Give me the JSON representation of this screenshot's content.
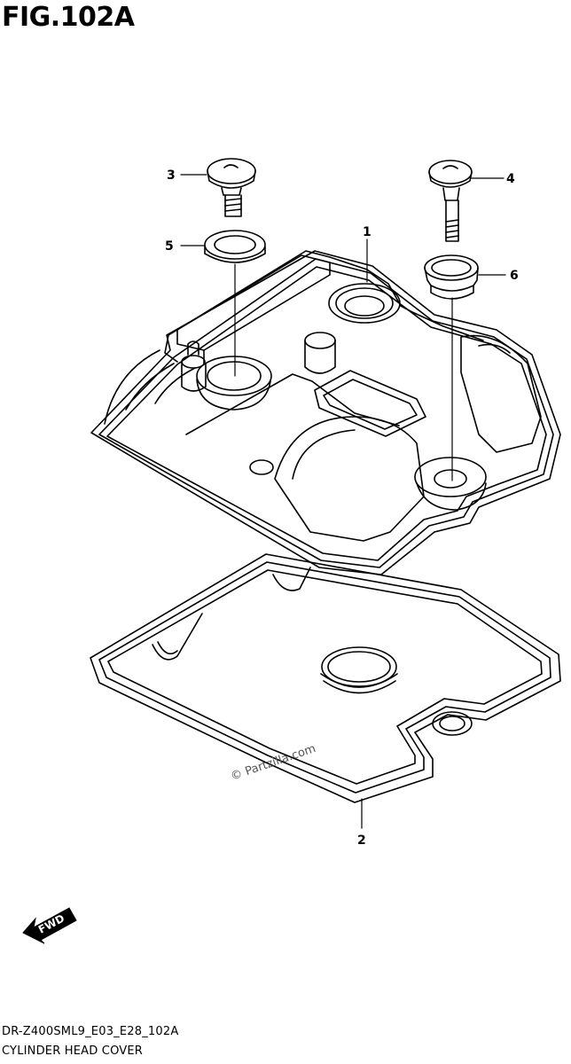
{
  "figure": {
    "title": "FIG.102A"
  },
  "callouts": [
    {
      "num": "1",
      "part": "cylinder-head-cover"
    },
    {
      "num": "2",
      "part": "cover-gasket"
    },
    {
      "num": "3",
      "part": "bolt"
    },
    {
      "num": "4",
      "part": "bolt"
    },
    {
      "num": "5",
      "part": "washer"
    },
    {
      "num": "6",
      "part": "grommet"
    }
  ],
  "watermark": "© Partzilla.com",
  "direction_label": "FWD",
  "footer": {
    "code": "DR-Z400SML9_E03_E28_102A",
    "caption": "CYLINDER HEAD COVER"
  }
}
